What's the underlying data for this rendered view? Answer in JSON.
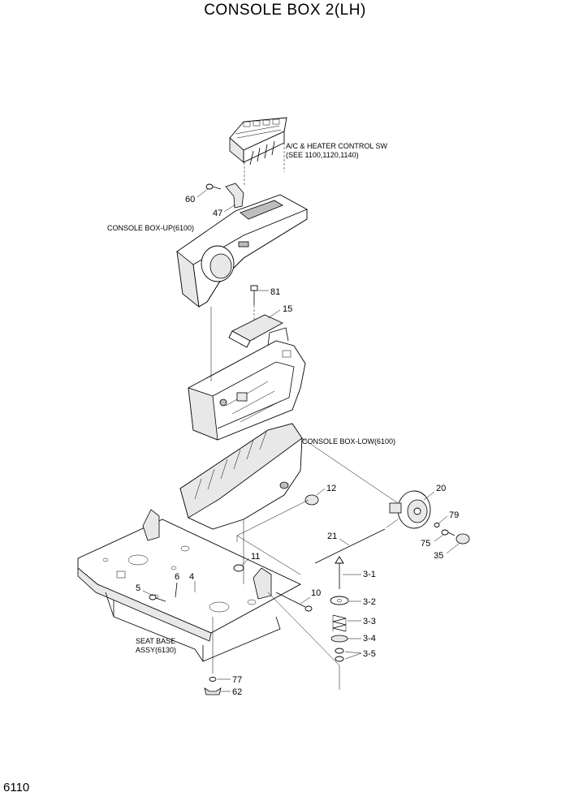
{
  "title": "CONSOLE BOX 2(LH)",
  "page_number": "6110",
  "parts": {
    "ac_line1": "A/C & HEATER CONTROL SW",
    "ac_line2": "(SEE 1100,1120,1140)",
    "console_up": "CONSOLE BOX-UP(6100)",
    "console_low": "CONSOLE BOX-LOW(6100)",
    "seat_base_1": "SEAT BASE",
    "seat_base_2": "ASSY(6130)",
    "p60": "60",
    "p47": "47",
    "p81": "81",
    "p15": "15",
    "p12": "12",
    "p20": "20",
    "p79": "79",
    "p75": "75",
    "p35": "35",
    "p21": "21",
    "p11": "11",
    "p6": "6",
    "p4": "4",
    "p5": "5",
    "p10": "10",
    "p3_1": "3-1",
    "p3_2": "3-2",
    "p3_3": "3-3",
    "p3_4": "3-4",
    "p3_5": "3-5",
    "p77": "77",
    "p62": "62"
  }
}
